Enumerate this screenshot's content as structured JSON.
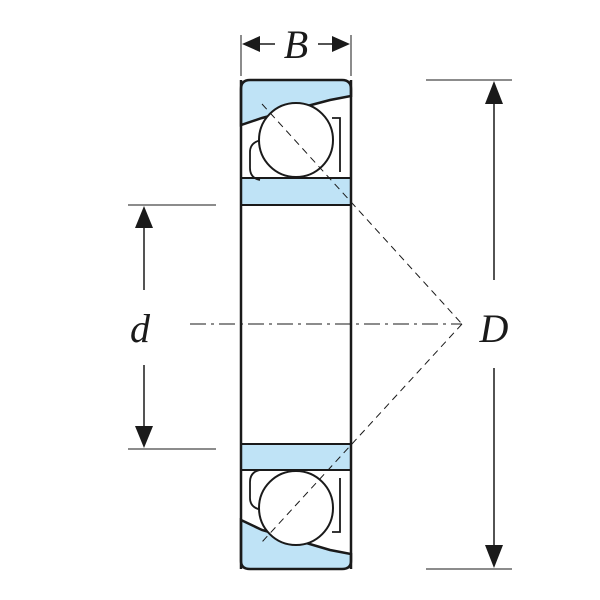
{
  "diagram": {
    "title": "",
    "labels": {
      "width": "B",
      "bore": "d",
      "outer": "D"
    },
    "colors": {
      "ring_fill": "#bfe3f6",
      "outline": "#1a1a1a",
      "ball_fill": "#ffffff",
      "background": "#ffffff"
    }
  }
}
